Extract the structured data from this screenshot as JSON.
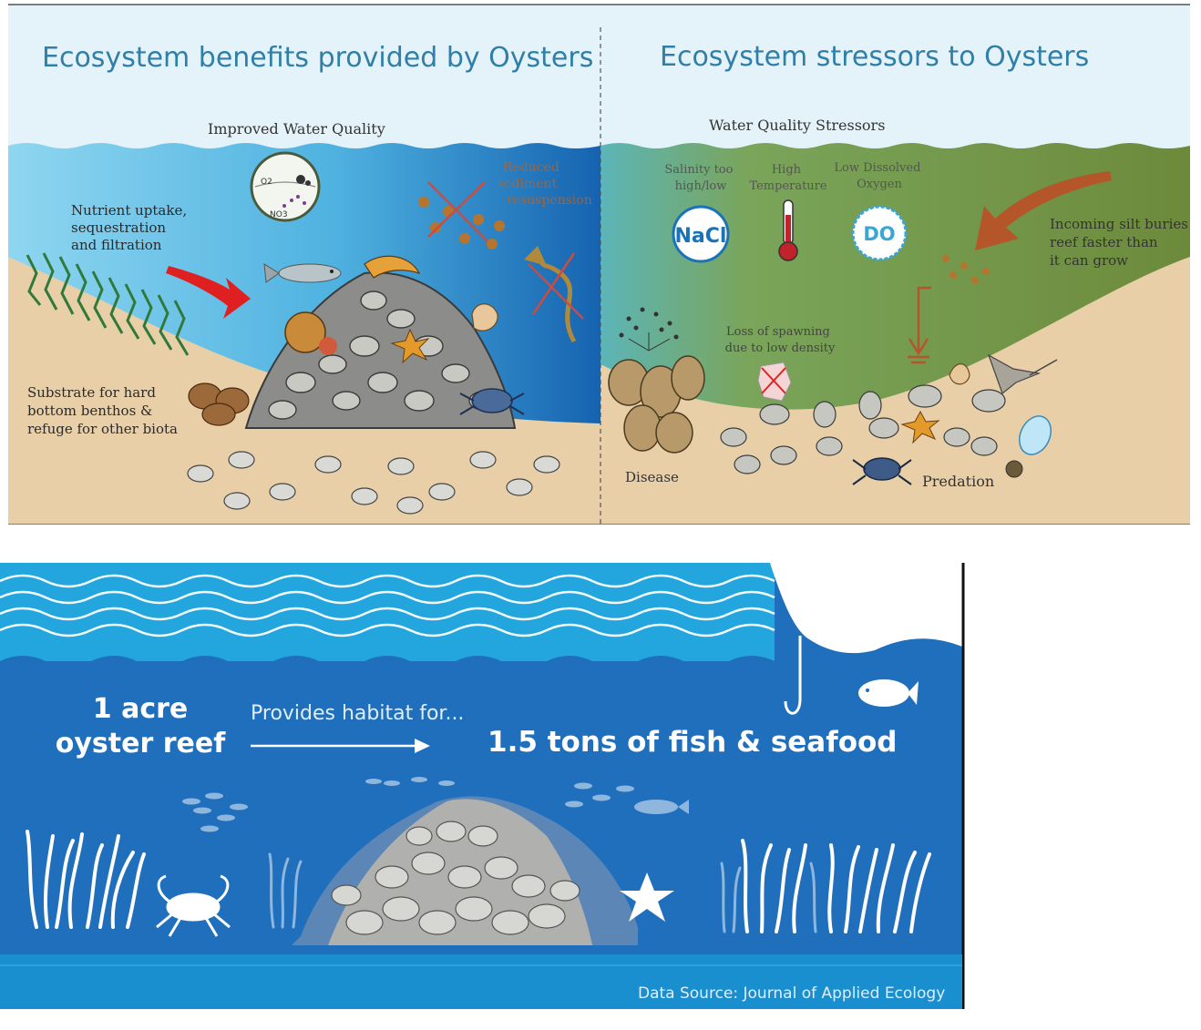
{
  "top_panel": {
    "left_title": "Ecosystem benefits provided by Oysters",
    "right_title": "Ecosystem stressors to Oysters",
    "improved_water_quality": "Improved Water Quality",
    "nutrient_uptake": [
      "Nutrient uptake,",
      "sequestration",
      "and filtration"
    ],
    "reduced_sediment": [
      "Reduced",
      "sediment",
      "resuspension"
    ],
    "substrate": [
      "Substrate for hard",
      "bottom benthos &",
      "refuge for other biota"
    ],
    "inset_o2": "O2",
    "inset_no3": "NO3",
    "water_quality_stressors": "Water Quality Stressors",
    "salinity": [
      "Salinity too",
      "high/low"
    ],
    "high_temperature": [
      "High",
      "Temperature"
    ],
    "low_do": [
      "Low Dissolved",
      "Oxygen"
    ],
    "nacl_badge": "NaCl",
    "do_badge": "DO",
    "incoming_silt": [
      "Incoming silt buries",
      "reef faster than",
      "it can grow"
    ],
    "loss_spawning": [
      "Loss of spawning",
      "due to low density"
    ],
    "disease": "Disease",
    "predation": "Predation"
  },
  "bottom_panel": {
    "acre_line1": "1 acre",
    "acre_line2": "oyster reef",
    "provides": "Provides habitat for...",
    "tons": "1.5 tons of fish & seafood",
    "source": "Data Source:  Journal of Applied Ecology"
  },
  "colors": {
    "title_blue": "#2f7fa8",
    "sky": "#e4f3fa",
    "water_light": "#7dcbe9",
    "water_deep": "#1a74b8",
    "sediment_green": "#6f8a3c",
    "sand": "#e8cfa8",
    "bottom_blue": "#1f6fbd",
    "arrow_red": "#e02020",
    "arrow_brown": "#b5552a"
  }
}
